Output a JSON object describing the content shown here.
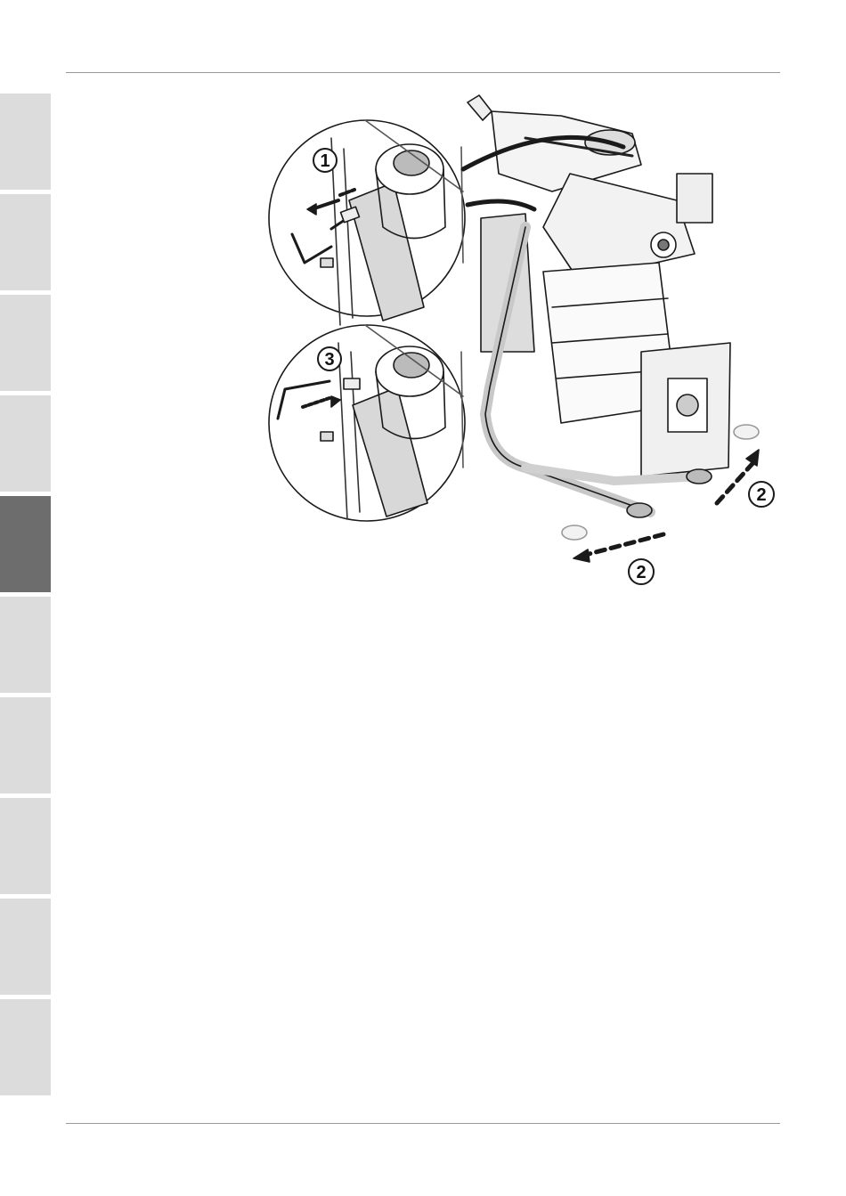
{
  "side_tabs": [
    {
      "state": "normal"
    },
    {
      "state": "normal"
    },
    {
      "state": "normal"
    },
    {
      "state": "normal"
    },
    {
      "state": "active"
    },
    {
      "state": "normal"
    },
    {
      "state": "normal"
    },
    {
      "state": "normal"
    },
    {
      "state": "normal"
    },
    {
      "state": "normal"
    }
  ],
  "figure": {
    "callouts": {
      "step1": "1",
      "step3": "3",
      "step2_right": "2",
      "step2_bottom": "2"
    }
  },
  "colors": {
    "tab_inactive": "#dcdcdc",
    "tab_active": "#6d6d6d",
    "rule": "#9a9a9a",
    "line_art": "#1a1a1a"
  }
}
